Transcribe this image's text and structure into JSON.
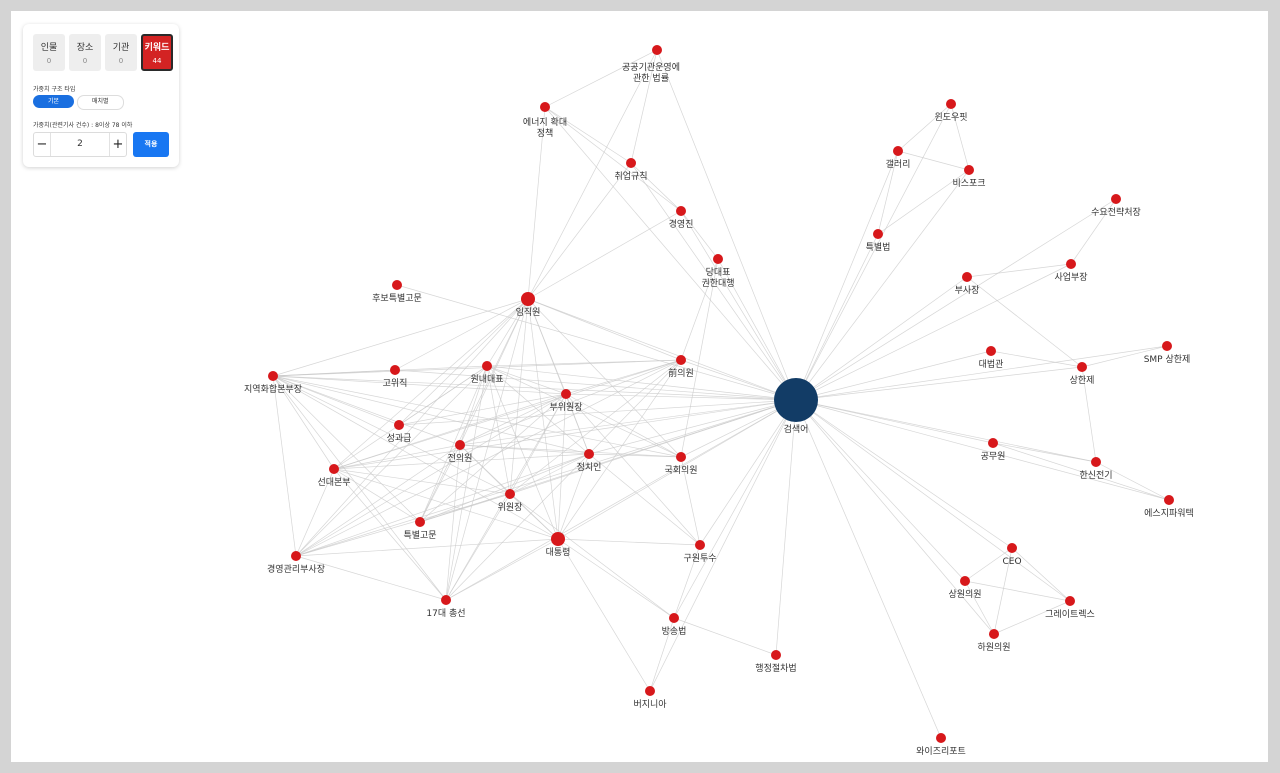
{
  "filter_panel": {
    "tabs": [
      {
        "label": "인물",
        "count": "0",
        "active": false
      },
      {
        "label": "장소",
        "count": "0",
        "active": false
      },
      {
        "label": "기관",
        "count": "0",
        "active": false
      },
      {
        "label": "키워드",
        "count": "44",
        "active": true
      }
    ],
    "weight_type_label": "가중치 구조 타입",
    "weight_type_options": [
      "기본",
      "매치별"
    ],
    "weight_type_selected": "기본",
    "weight_range_label": "가중치(관련기사 건수) : 8이상 78 이하",
    "stepper_minus": "−",
    "stepper_value": "2",
    "stepper_plus": "+",
    "apply_label": "적용"
  },
  "colors": {
    "keyword_node": "#d7181b",
    "center_node": "#123c66",
    "edge": "#c8c8c8",
    "accent": "#1a6fe0"
  },
  "graph": {
    "center": {
      "id": "center",
      "label": "검색어"
    },
    "nodes": [
      {
        "id": "n1",
        "label": "공공기관운영에\n관한 법률"
      },
      {
        "id": "n2",
        "label": "에너지 확대\n정책"
      },
      {
        "id": "n3",
        "label": "취업규칙"
      },
      {
        "id": "n4",
        "label": "경영진"
      },
      {
        "id": "n5",
        "label": "당대표\n권한대행"
      },
      {
        "id": "n6",
        "label": "후보특별고문"
      },
      {
        "id": "n7",
        "label": "임직원"
      },
      {
        "id": "n8",
        "label": "前의원"
      },
      {
        "id": "n9",
        "label": "지역화합본부장"
      },
      {
        "id": "n10",
        "label": "고위직"
      },
      {
        "id": "n11",
        "label": "원내대표"
      },
      {
        "id": "n12",
        "label": "부위원장"
      },
      {
        "id": "n13",
        "label": "성과급"
      },
      {
        "id": "n14",
        "label": "전의원"
      },
      {
        "id": "n15",
        "label": "정치인"
      },
      {
        "id": "n16",
        "label": "국회의원"
      },
      {
        "id": "n17",
        "label": "선대본부"
      },
      {
        "id": "n18",
        "label": "위원장"
      },
      {
        "id": "n19",
        "label": "특별고문"
      },
      {
        "id": "n20",
        "label": "대통령"
      },
      {
        "id": "n21",
        "label": "경영관리부사장"
      },
      {
        "id": "n22",
        "label": "구원투수"
      },
      {
        "id": "n23",
        "label": "17대 총선"
      },
      {
        "id": "n24",
        "label": "방송법"
      },
      {
        "id": "n25",
        "label": "행정절차법"
      },
      {
        "id": "n26",
        "label": "버지니아"
      },
      {
        "id": "n27",
        "label": "윈도우핏"
      },
      {
        "id": "n28",
        "label": "갤러리"
      },
      {
        "id": "n29",
        "label": "비스포크"
      },
      {
        "id": "n30",
        "label": "수요전략처장"
      },
      {
        "id": "n31",
        "label": "특별법"
      },
      {
        "id": "n32",
        "label": "사업부장"
      },
      {
        "id": "n33",
        "label": "부사장"
      },
      {
        "id": "n34",
        "label": "SMP 상한제"
      },
      {
        "id": "n35",
        "label": "대법관"
      },
      {
        "id": "n36",
        "label": "상한제"
      },
      {
        "id": "n37",
        "label": "공무원"
      },
      {
        "id": "n38",
        "label": "한신전기"
      },
      {
        "id": "n39",
        "label": "에스지파워텍"
      },
      {
        "id": "n40",
        "label": "CEO"
      },
      {
        "id": "n41",
        "label": "상원의원"
      },
      {
        "id": "n42",
        "label": "그레이트렉스"
      },
      {
        "id": "n43",
        "label": "하원의원"
      },
      {
        "id": "n44",
        "label": "와이즈리포트"
      }
    ]
  }
}
